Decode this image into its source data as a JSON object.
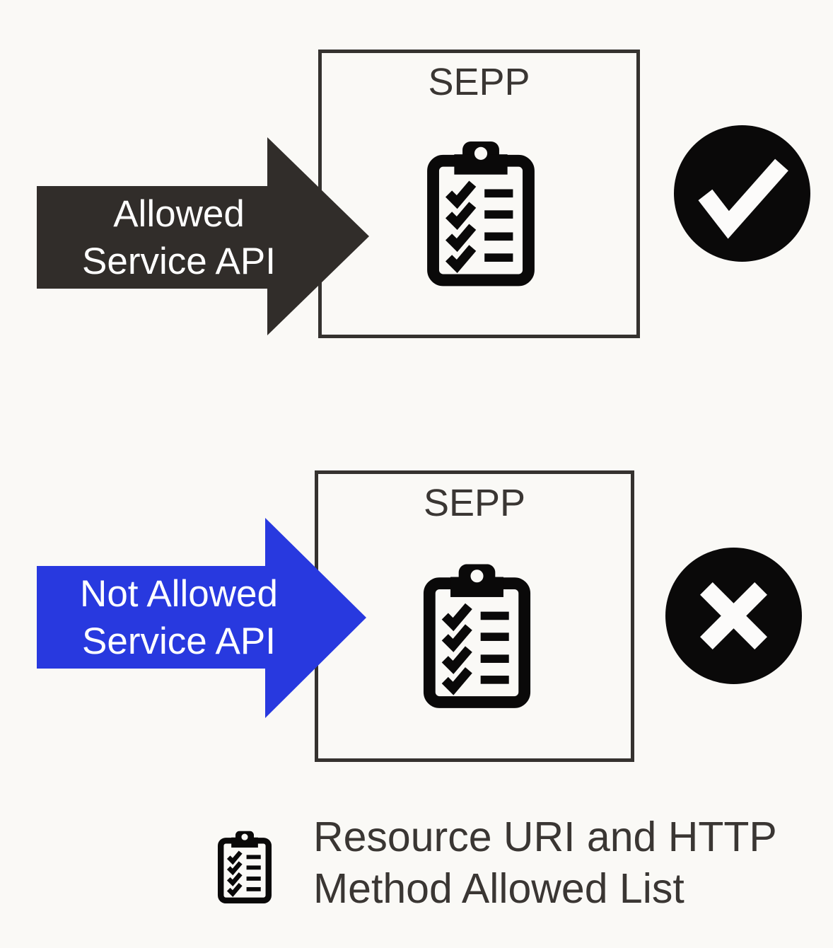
{
  "colors": {
    "background": "#faf9f6",
    "arrow_dark": "#312d2a",
    "arrow_blue": "#2839df",
    "box_border": "#35322f",
    "heading_text": "#3a3633",
    "arrow_text": "#ffffff",
    "badge_bg": "#0a0909",
    "badge_glyph": "#fcfbfa",
    "icon_color": "#0a0909"
  },
  "flows": {
    "allowed": {
      "arrow": {
        "line1": "Allowed",
        "line2": "Service API"
      },
      "box": {
        "title": "SEPP",
        "icon": "checklist-clipboard-icon"
      },
      "result": {
        "icon": "check-icon"
      }
    },
    "not_allowed": {
      "arrow": {
        "line1": "Not Allowed",
        "line2": "Service API"
      },
      "box": {
        "title": "SEPP",
        "icon": "checklist-clipboard-icon"
      },
      "result": {
        "icon": "cross-icon"
      }
    }
  },
  "legend": {
    "icon": "checklist-clipboard-icon",
    "line1": "Resource URI and HTTP",
    "line2": "Method Allowed List"
  }
}
